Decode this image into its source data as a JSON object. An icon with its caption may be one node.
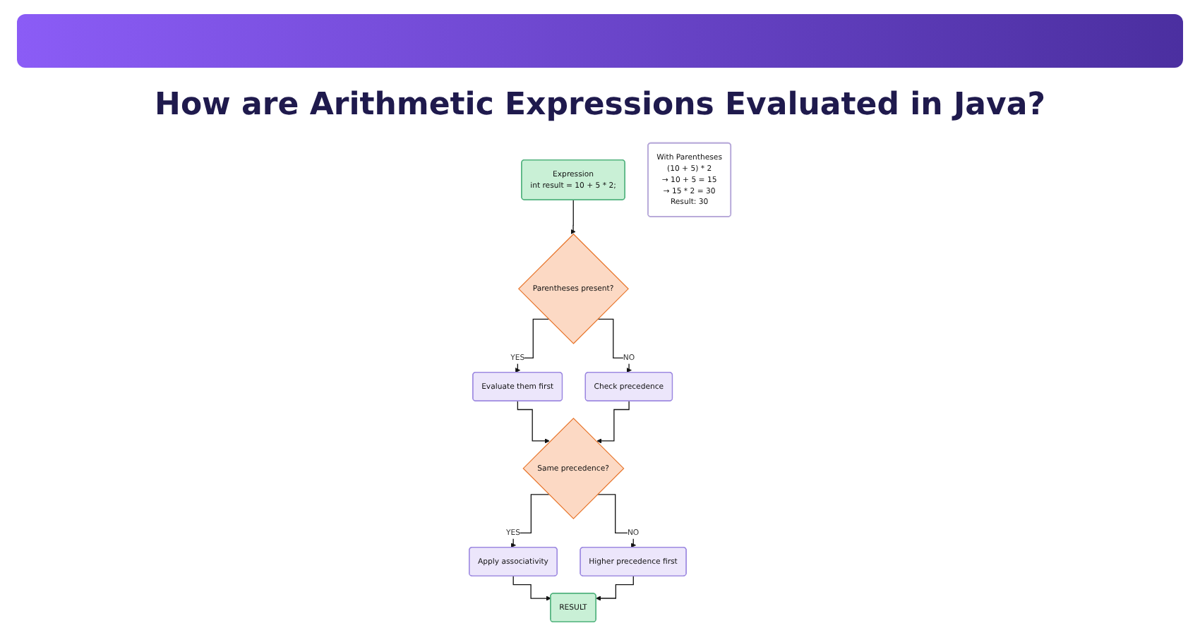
{
  "diagram": {
    "title": "How are Arithmetic Expressions Evaluated in Java?",
    "nodes": [
      {
        "text": [
          "Expression",
          "int result = 10 + 5 * 2;"
        ]
      },
      {
        "text": [
          "Parentheses present?"
        ]
      },
      {
        "text": [
          "Evaluate them first"
        ]
      },
      {
        "text": [
          "Check precedence"
        ]
      },
      {
        "text": [
          "Same precedence?"
        ]
      },
      {
        "text": [
          "Apply associativity"
        ]
      },
      {
        "text": [
          "Higher precedence first"
        ]
      },
      {
        "text": [
          "RESULT"
        ]
      },
      {
        "text": [
          "With Parentheses",
          "(10 + 5) * 2",
          "→ 10 + 5 = 15",
          "→ 15 * 2 = 30",
          "Result: 30"
        ]
      }
    ],
    "edges": [
      {
        "from": 0,
        "to": 1,
        "arrow": "to"
      },
      {
        "from": 1,
        "to": 2,
        "arrow": "to",
        "label": "YES"
      },
      {
        "from": 1,
        "to": 3,
        "arrow": "to",
        "label": "NO"
      },
      {
        "from": 2,
        "to": 4,
        "arrow": "to"
      },
      {
        "from": 3,
        "to": 4,
        "arrow": "to"
      },
      {
        "from": 4,
        "to": 5,
        "arrow": "to",
        "label": "YES"
      },
      {
        "from": 4,
        "to": 6,
        "arrow": "to",
        "label": "NO"
      },
      {
        "from": 5,
        "to": 7,
        "arrow": "to"
      },
      {
        "from": 6,
        "to": 7,
        "arrow": "to"
      }
    ]
  }
}
